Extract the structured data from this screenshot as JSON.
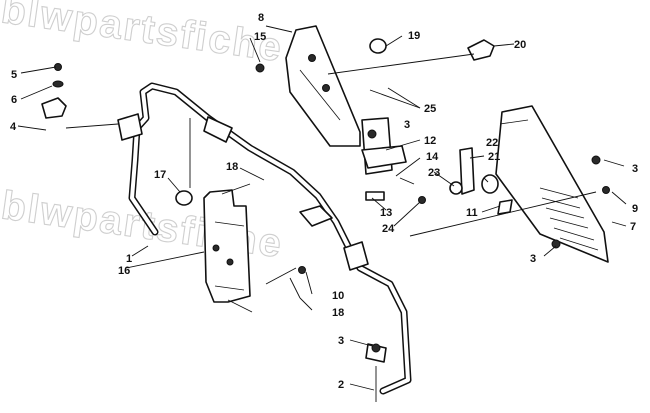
{
  "watermark": "blwpartsfiche",
  "callouts": [
    "1",
    "2",
    "3",
    "3",
    "3",
    "3",
    "4",
    "5",
    "6",
    "7",
    "8",
    "9",
    "10",
    "11",
    "12",
    "13",
    "14",
    "15",
    "16",
    "17",
    "18",
    "18",
    "19",
    "20",
    "21",
    "22",
    "23",
    "24",
    "25"
  ]
}
